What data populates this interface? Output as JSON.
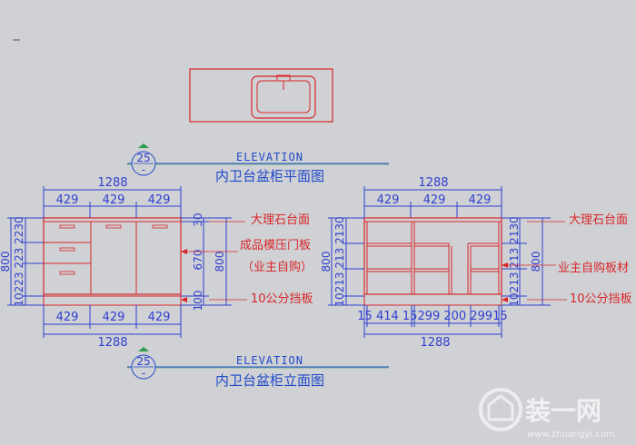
{
  "plan": {
    "elevation_label": "ELEVATION",
    "view_number": "25",
    "view_sub": "-",
    "title": "内卫台盆柜平面图"
  },
  "elev": {
    "elevation_label": "ELEVATION",
    "view_number": "25",
    "view_sub": "-",
    "title": "内卫台盆柜立面图"
  },
  "front": {
    "top_total": "1288",
    "top_segments": [
      "429",
      "429",
      "429"
    ],
    "bottom_segments": [
      "429",
      "429",
      "429"
    ],
    "bottom_total": "1288",
    "left_height_total": "800",
    "left_segments": "10223 223 2230",
    "right_inner": [
      "30",
      "670",
      "100"
    ],
    "right_total": "800"
  },
  "side": {
    "top_total": "1288",
    "top_segments": [
      "429",
      "429",
      "429"
    ],
    "bottom_chain": "15 414 15299 200 29915",
    "bottom_total": "1288",
    "left_height_total": "800",
    "left_segments": "10213 213 2130",
    "right_segments": "10213 213 2130",
    "right_total": "800"
  },
  "notes_front": [
    "大理石台面",
    "成品模压门板",
    "（业主自购）",
    "10公分挡板"
  ],
  "notes_side": [
    "大理石台面",
    "业主自购板材",
    "10公分挡板"
  ],
  "watermark": {
    "brand": "装一网",
    "url": "www.zhuangyi.com"
  }
}
